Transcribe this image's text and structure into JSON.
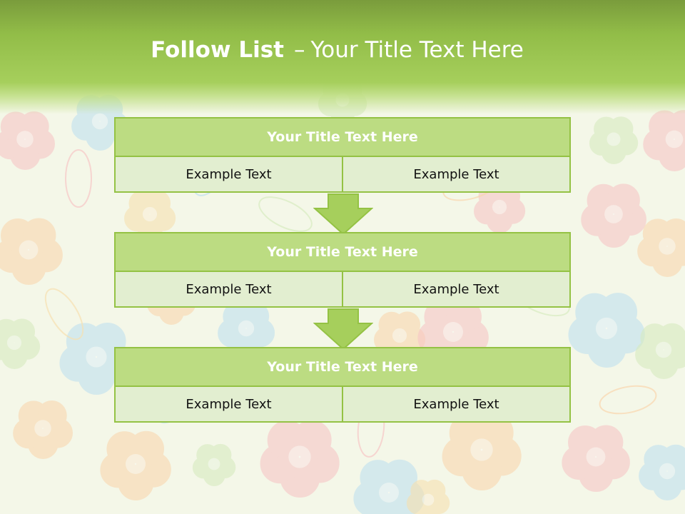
{
  "slide": {
    "title_bold": "Follow List",
    "title_separator": "–",
    "title_rest": "Your Title Text Here"
  },
  "blocks": [
    {
      "title": "Your Title Text Here",
      "cells": [
        "Example Text",
        "Example Text"
      ]
    },
    {
      "title": "Your Title Text Here",
      "cells": [
        "Example Text",
        "Example Text"
      ]
    },
    {
      "title": "Your Title Text Here",
      "cells": [
        "Example Text",
        "Example Text"
      ]
    }
  ],
  "colors": {
    "header_green": "#92bd48",
    "block_title_fill": "#bcdc82",
    "block_border": "#94c244",
    "cell_fill": "#e2eed0",
    "arrow_fill": "#a6cf5c"
  },
  "icons": [
    "flower-pattern-background",
    "down-arrow-icon"
  ]
}
